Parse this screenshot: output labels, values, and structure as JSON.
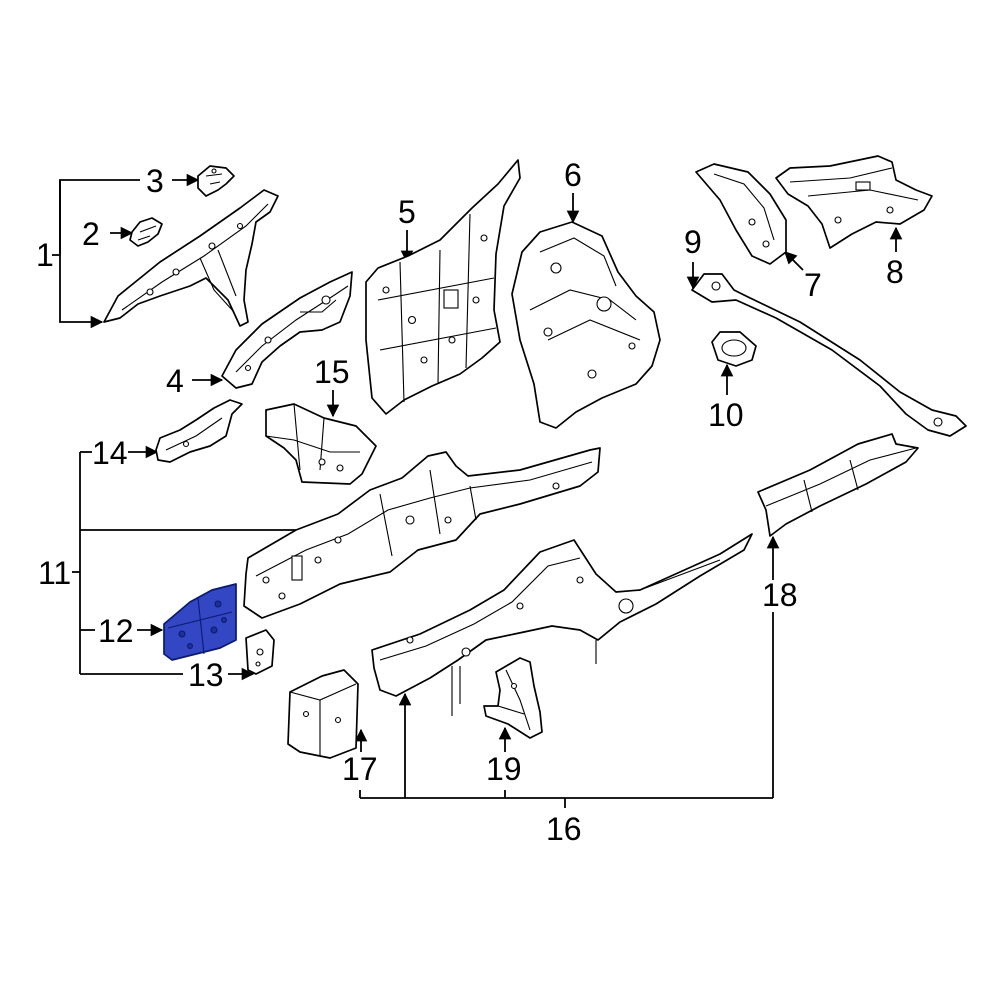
{
  "diagram": {
    "highlight_color": "#3346c4",
    "highlighted_callout": "12",
    "callouts": [
      "1",
      "2",
      "3",
      "4",
      "5",
      "6",
      "7",
      "8",
      "9",
      "10",
      "11",
      "12",
      "13",
      "14",
      "15",
      "16",
      "17",
      "18",
      "19"
    ]
  }
}
